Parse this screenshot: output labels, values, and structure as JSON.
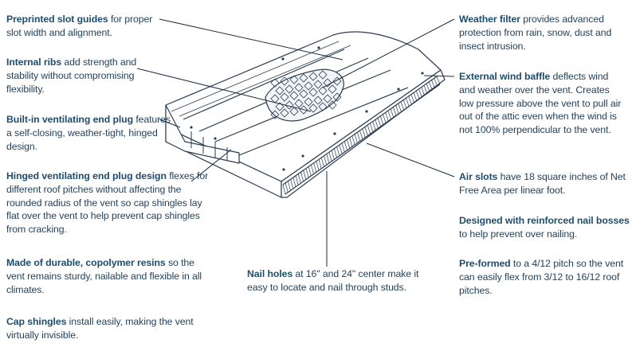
{
  "callouts": [
    {
      "id": "slot-guides",
      "title": "Preprinted slot guides",
      "text": " for proper slot width and alignment."
    },
    {
      "id": "internal-ribs",
      "title": "Internal ribs",
      "text": " add strength and stability without compromising flexibility."
    },
    {
      "id": "end-plug",
      "title": "Built-in ventilating end plug",
      "text": " features a self-closing, weather-tight, hinged design."
    },
    {
      "id": "hinged-design",
      "title": "Hinged ventilating end plug design",
      "text": " flexes for different roof pitches without affecting the rounded radius of the vent so cap shingles lay flat over the vent to help prevent cap shingles from cracking."
    },
    {
      "id": "copolymer",
      "title": "Made of durable, copolymer resins",
      "text": " so the vent remains sturdy, nailable and flexible in all climates."
    },
    {
      "id": "cap-shingles",
      "title": "Cap shingles",
      "text": " install easily, making the vent virtually invisible."
    },
    {
      "id": "weather-filter",
      "title": "Weather filter",
      "text": " provides advanced protection from rain, snow, dust and insect intrusion."
    },
    {
      "id": "wind-baffle",
      "title": "External wind baffle",
      "text": " deflects wind and weather over the vent. Creates low pressure above the vent to pull air out of the attic even when the wind is not 100% perpendicular to the vent."
    },
    {
      "id": "air-slots",
      "title": "Air slots",
      "text": " have 18 square inches of Net Free Area per linear foot."
    },
    {
      "id": "nail-bosses",
      "title": "Designed with reinforced nail bosses",
      "text": " to help prevent over nailing."
    },
    {
      "id": "pre-formed",
      "title": "Pre-formed",
      "text": " to a 4/12 pitch so the vent can easily flex from 3/12 to 16/12 roof pitches."
    },
    {
      "id": "nail-holes",
      "title": "Nail holes",
      "text": " at 16\" and 24\" center make it easy to locate and nail through studs."
    }
  ],
  "colors": {
    "title": "#1f4d6e",
    "text": "#1f3f5a",
    "line": "#1a2f44",
    "stroke": "#2a3d52"
  }
}
